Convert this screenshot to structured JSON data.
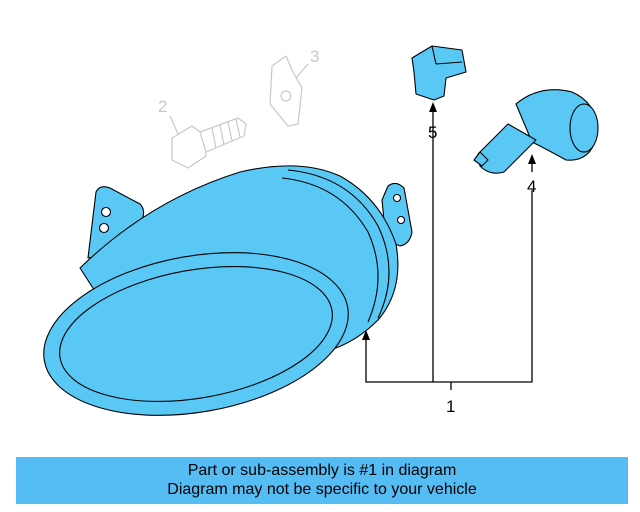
{
  "callouts": {
    "part_1": "1",
    "part_2": "2",
    "part_3": "3",
    "part_4": "4",
    "part_5": "5"
  },
  "banner": {
    "line1": "Part or sub-assembly is #1 in diagram",
    "line2": "Diagram may not be specific to your vehicle"
  },
  "colors": {
    "highlight": "#5ac8f5",
    "ghost_part": "#c8c8c8",
    "banner": "#55bdf3"
  }
}
